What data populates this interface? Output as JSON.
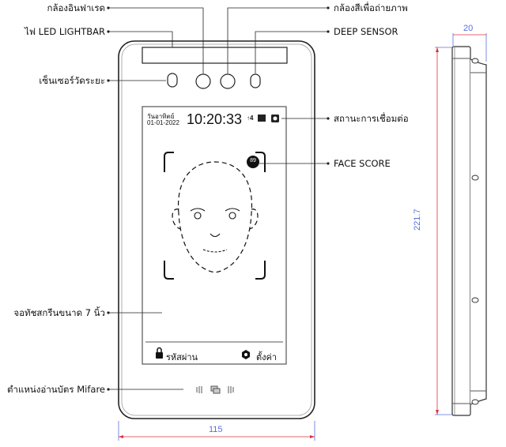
{
  "callouts": {
    "ir_camera": "กล้องอินฟาเรด",
    "color_camera": "กล้องสีเพื่อถ่ายภาพ",
    "led_lightbar": "ไฟ LED LIGHTBAR",
    "deep_sensor": "DEEP SENSOR",
    "distance_sensor": "เซ็นเซอร์วัดระยะ",
    "connection_status": "สถานะการเชื่อมต่อ",
    "face_score": "FACE SCORE",
    "touchscreen": "จอทัชสกรีนขนาด 7 นิ้ว",
    "mifare_reader": "ตำแหน่งอ่านบัตร Mifare"
  },
  "screen": {
    "day": "วันอาทิตย์",
    "date": "01-01-2022",
    "time": "10:20:33",
    "signal": "↑4",
    "score": "89",
    "password_button": "รหัสผ่าน",
    "settings_button": "ตั้งค่า"
  },
  "dimensions": {
    "width": "115",
    "depth": "20",
    "height": "221.7"
  },
  "colors": {
    "dimension_text": "#5a6fe0",
    "dimension_line": "#e0303a"
  }
}
